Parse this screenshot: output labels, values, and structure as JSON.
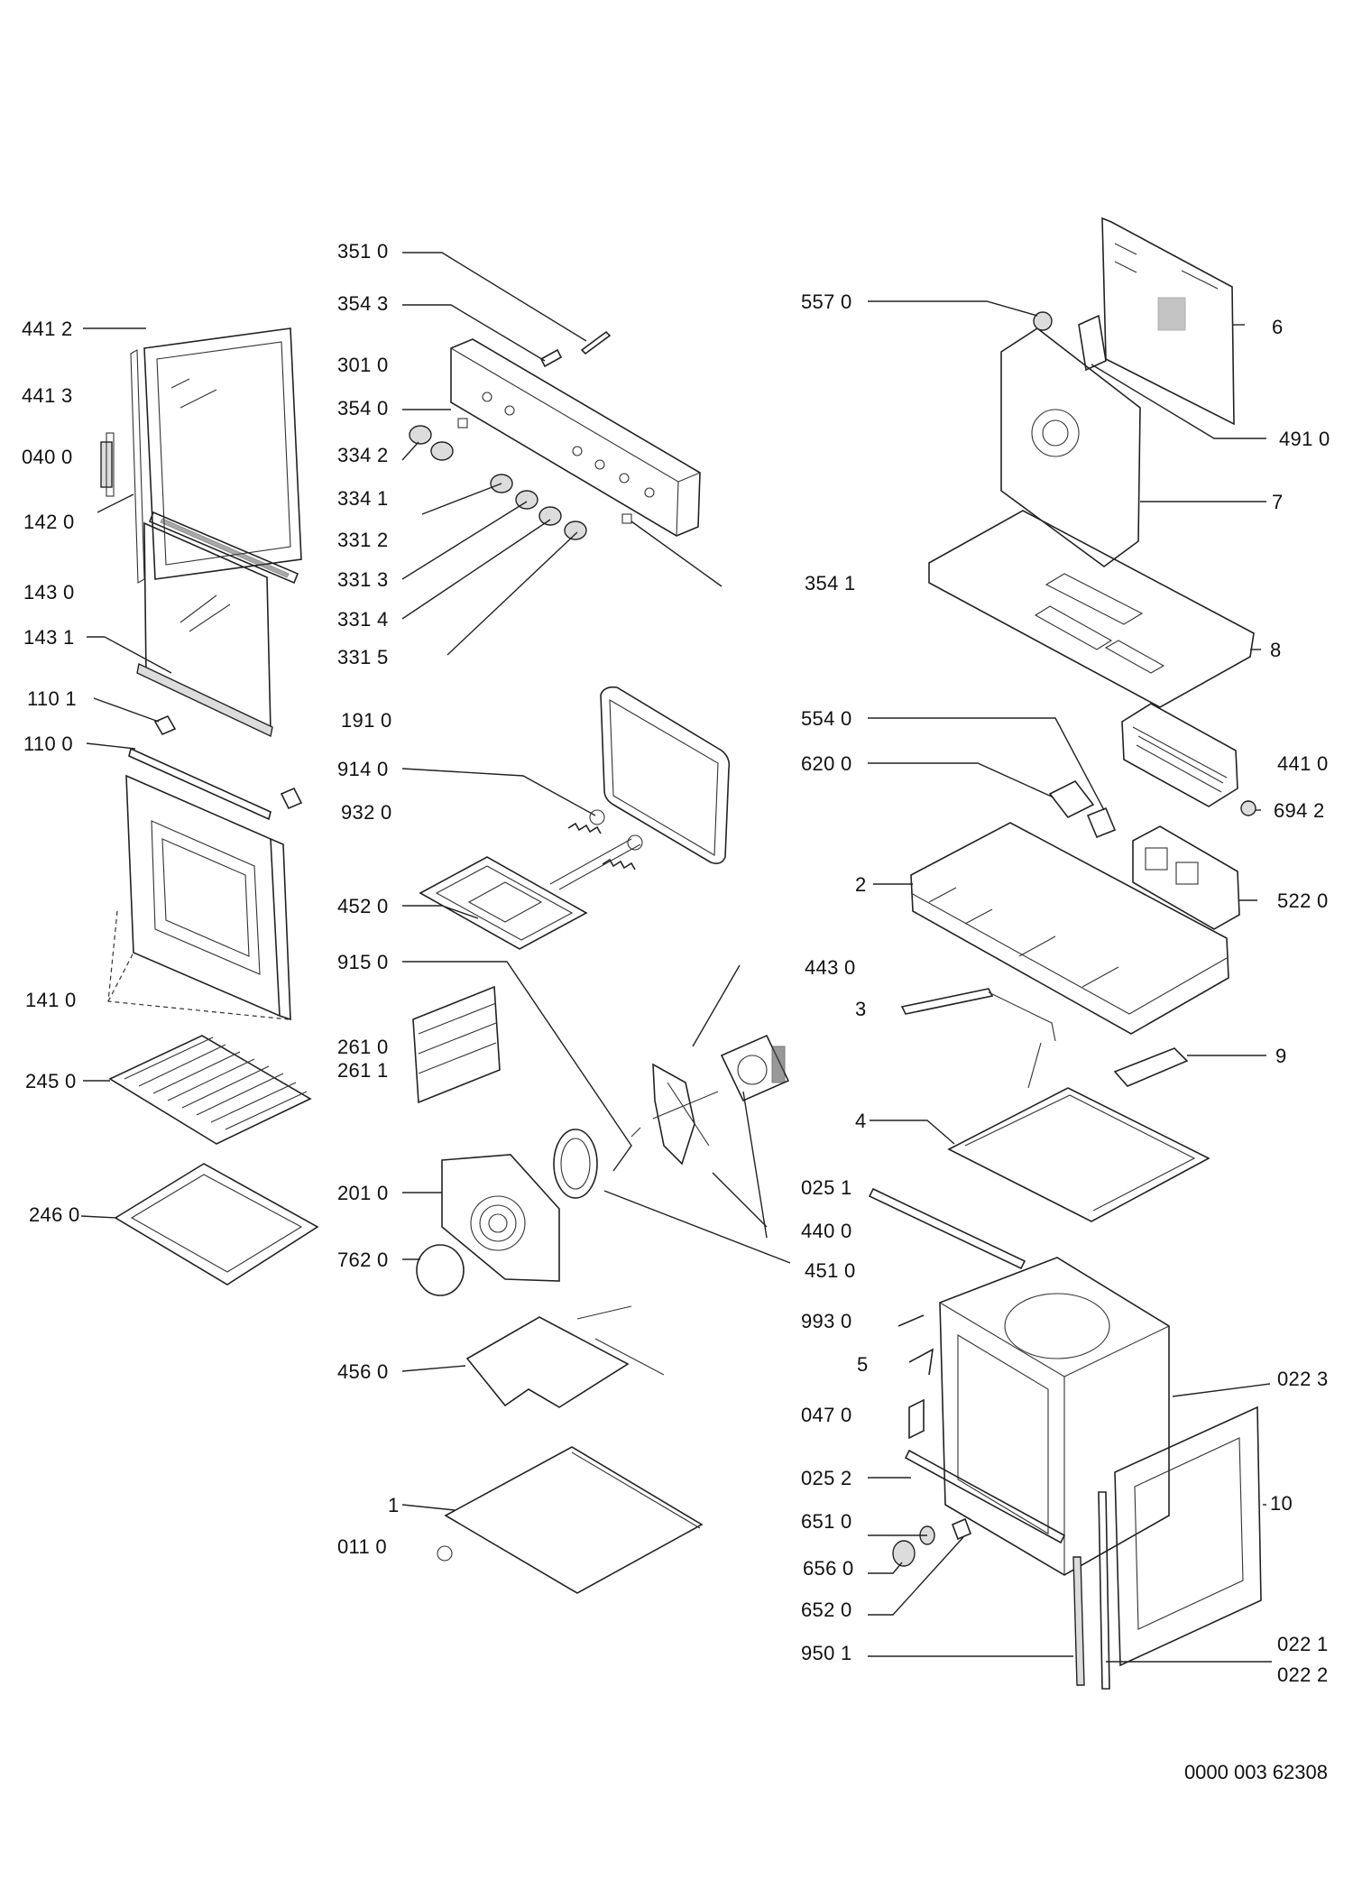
{
  "diagram": {
    "document_number": "0000 003 62308",
    "labels": {
      "p441_2": "441 2",
      "p441_3": "441 3",
      "p040_0": "040 0",
      "p142_0": "142 0",
      "p143_0": "143 0",
      "p143_1": "143 1",
      "p110_1": "110 1",
      "p110_0": "110 0",
      "p141_0": "141 0",
      "p245_0": "245 0",
      "p246_0": "246 0",
      "p351_0": "351 0",
      "p354_3": "354 3",
      "p301_0": "301 0",
      "p354_0": "354 0",
      "p334_2": "334 2",
      "p334_1": "334 1",
      "p331_2": "331 2",
      "p331_3": "331 3",
      "p331_4": "331 4",
      "p331_5": "331 5",
      "p354_1": "354 1",
      "p191_0": "191 0",
      "p914_0": "914 0",
      "p932_0": "932 0",
      "p452_0": "452 0",
      "p915_0": "915 0",
      "p261_0": "261 0",
      "p261_1": "261 1",
      "p201_0": "201 0",
      "p762_0": "762 0",
      "p456_0": "456 0",
      "p1": "1",
      "p011_0": "011 0",
      "p557_0": "557 0",
      "p6": "6",
      "p491_0": "491 0",
      "p7": "7",
      "p8": "8",
      "p554_0": "554 0",
      "p620_0": "620 0",
      "p441_0": "441 0",
      "p694_2": "694 2",
      "p2": "2",
      "p522_0": "522 0",
      "p443_0": "443 0",
      "p3": "3",
      "p9": "9",
      "p4": "4",
      "p025_1": "025 1",
      "p440_0": "440 0",
      "p451_0": "451 0",
      "p993_0": "993 0",
      "p5": "5",
      "p022_3": "022 3",
      "p047_0": "047 0",
      "p025_2": "025 2",
      "p10": "10",
      "p651_0": "651 0",
      "p656_0": "656 0",
      "p652_0": "652 0",
      "p950_1": "950 1",
      "p022_1": "022 1",
      "p022_2": "022 2"
    }
  }
}
